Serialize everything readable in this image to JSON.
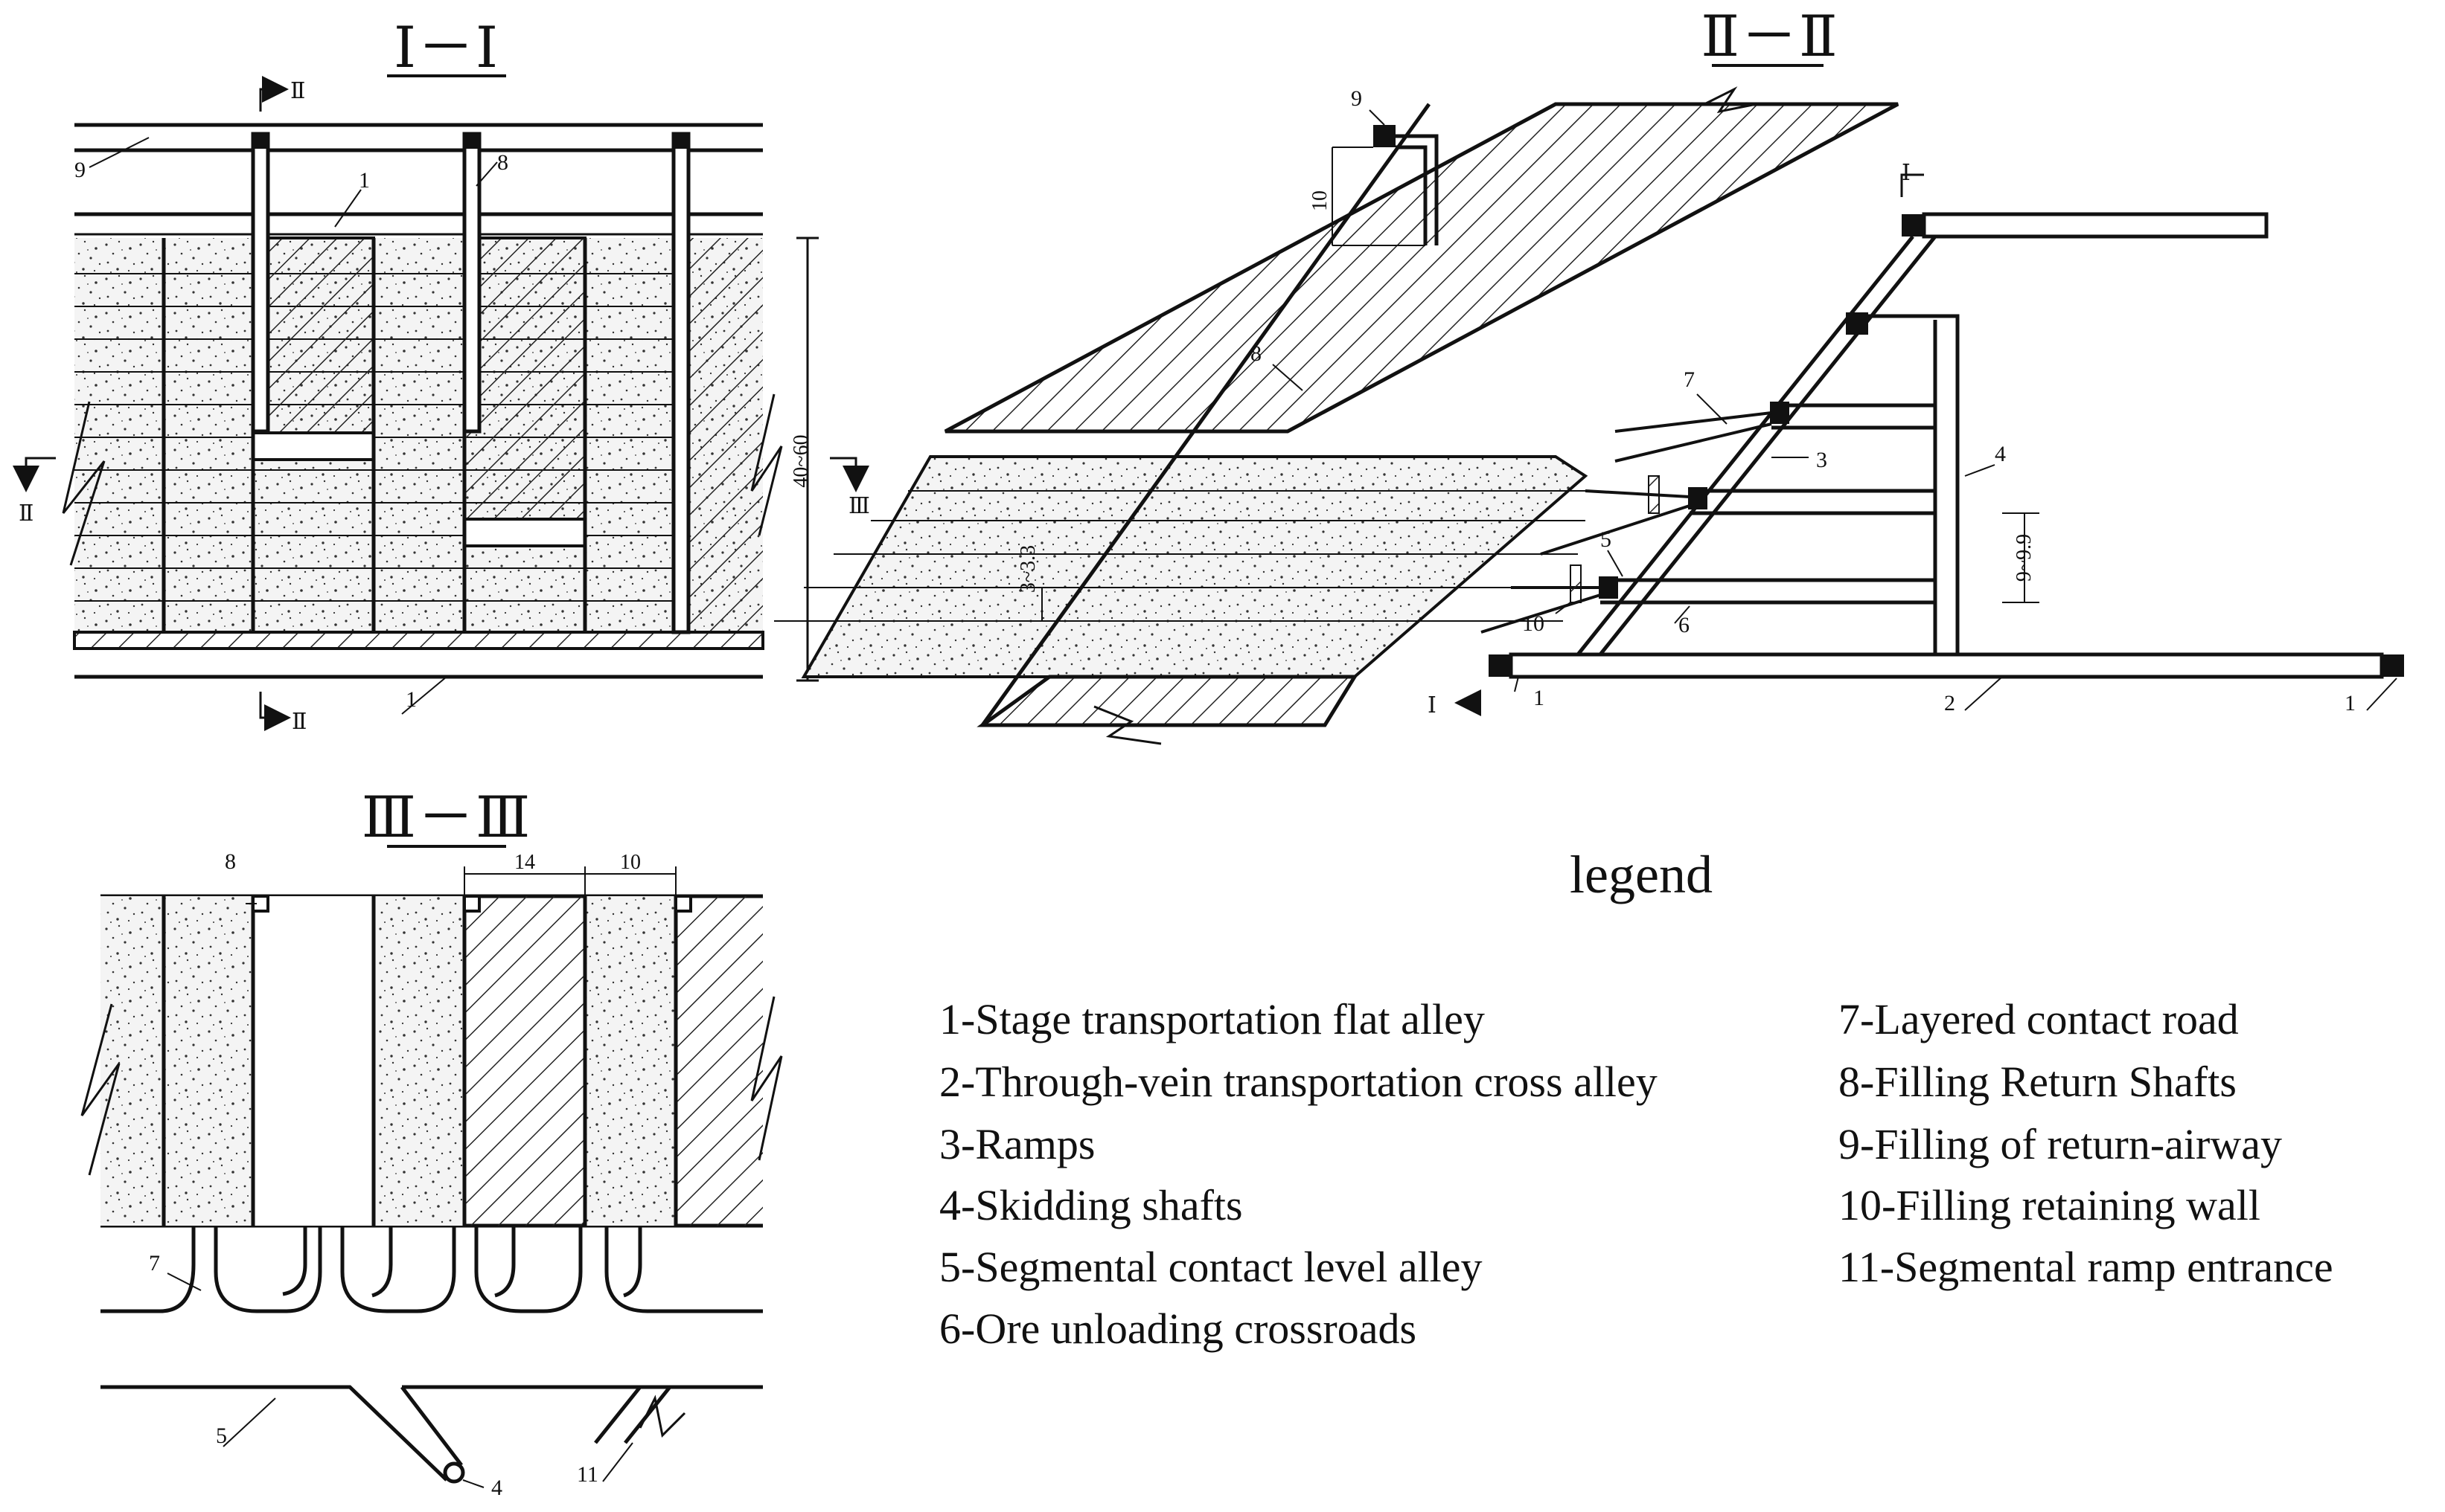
{
  "sections": {
    "s1": "Ⅰ－Ⅰ",
    "s2": "Ⅱ－Ⅱ",
    "s3": "Ⅲ－Ⅲ"
  },
  "markers": {
    "II": "Ⅱ",
    "III": "Ⅲ",
    "I": "Ⅰ"
  },
  "dims": {
    "height_40_60": "40~60",
    "d10": "10",
    "d3_3_3": "3~3.3",
    "d9_9_9": "9~9.9",
    "d14": "14"
  },
  "numbers": {
    "n1": "1",
    "n2": "2",
    "n3": "3",
    "n4": "4",
    "n5": "5",
    "n6": "6",
    "n7": "7",
    "n8": "8",
    "n9": "9",
    "n10": "10",
    "n11": "11"
  },
  "legend": {
    "title": "legend",
    "left": [
      "1-Stage transportation flat alley",
      "2-Through-vein transportation cross alley",
      "3-Ramps",
      "4-Skidding shafts",
      "5-Segmental contact level alley",
      "6-Ore unloading crossroads"
    ],
    "right": [
      "7-Layered contact road",
      "8-Filling Return Shafts",
      "9-Filling of return-airway",
      "10-Filling retaining wall",
      "11-Segmental ramp entrance"
    ]
  }
}
